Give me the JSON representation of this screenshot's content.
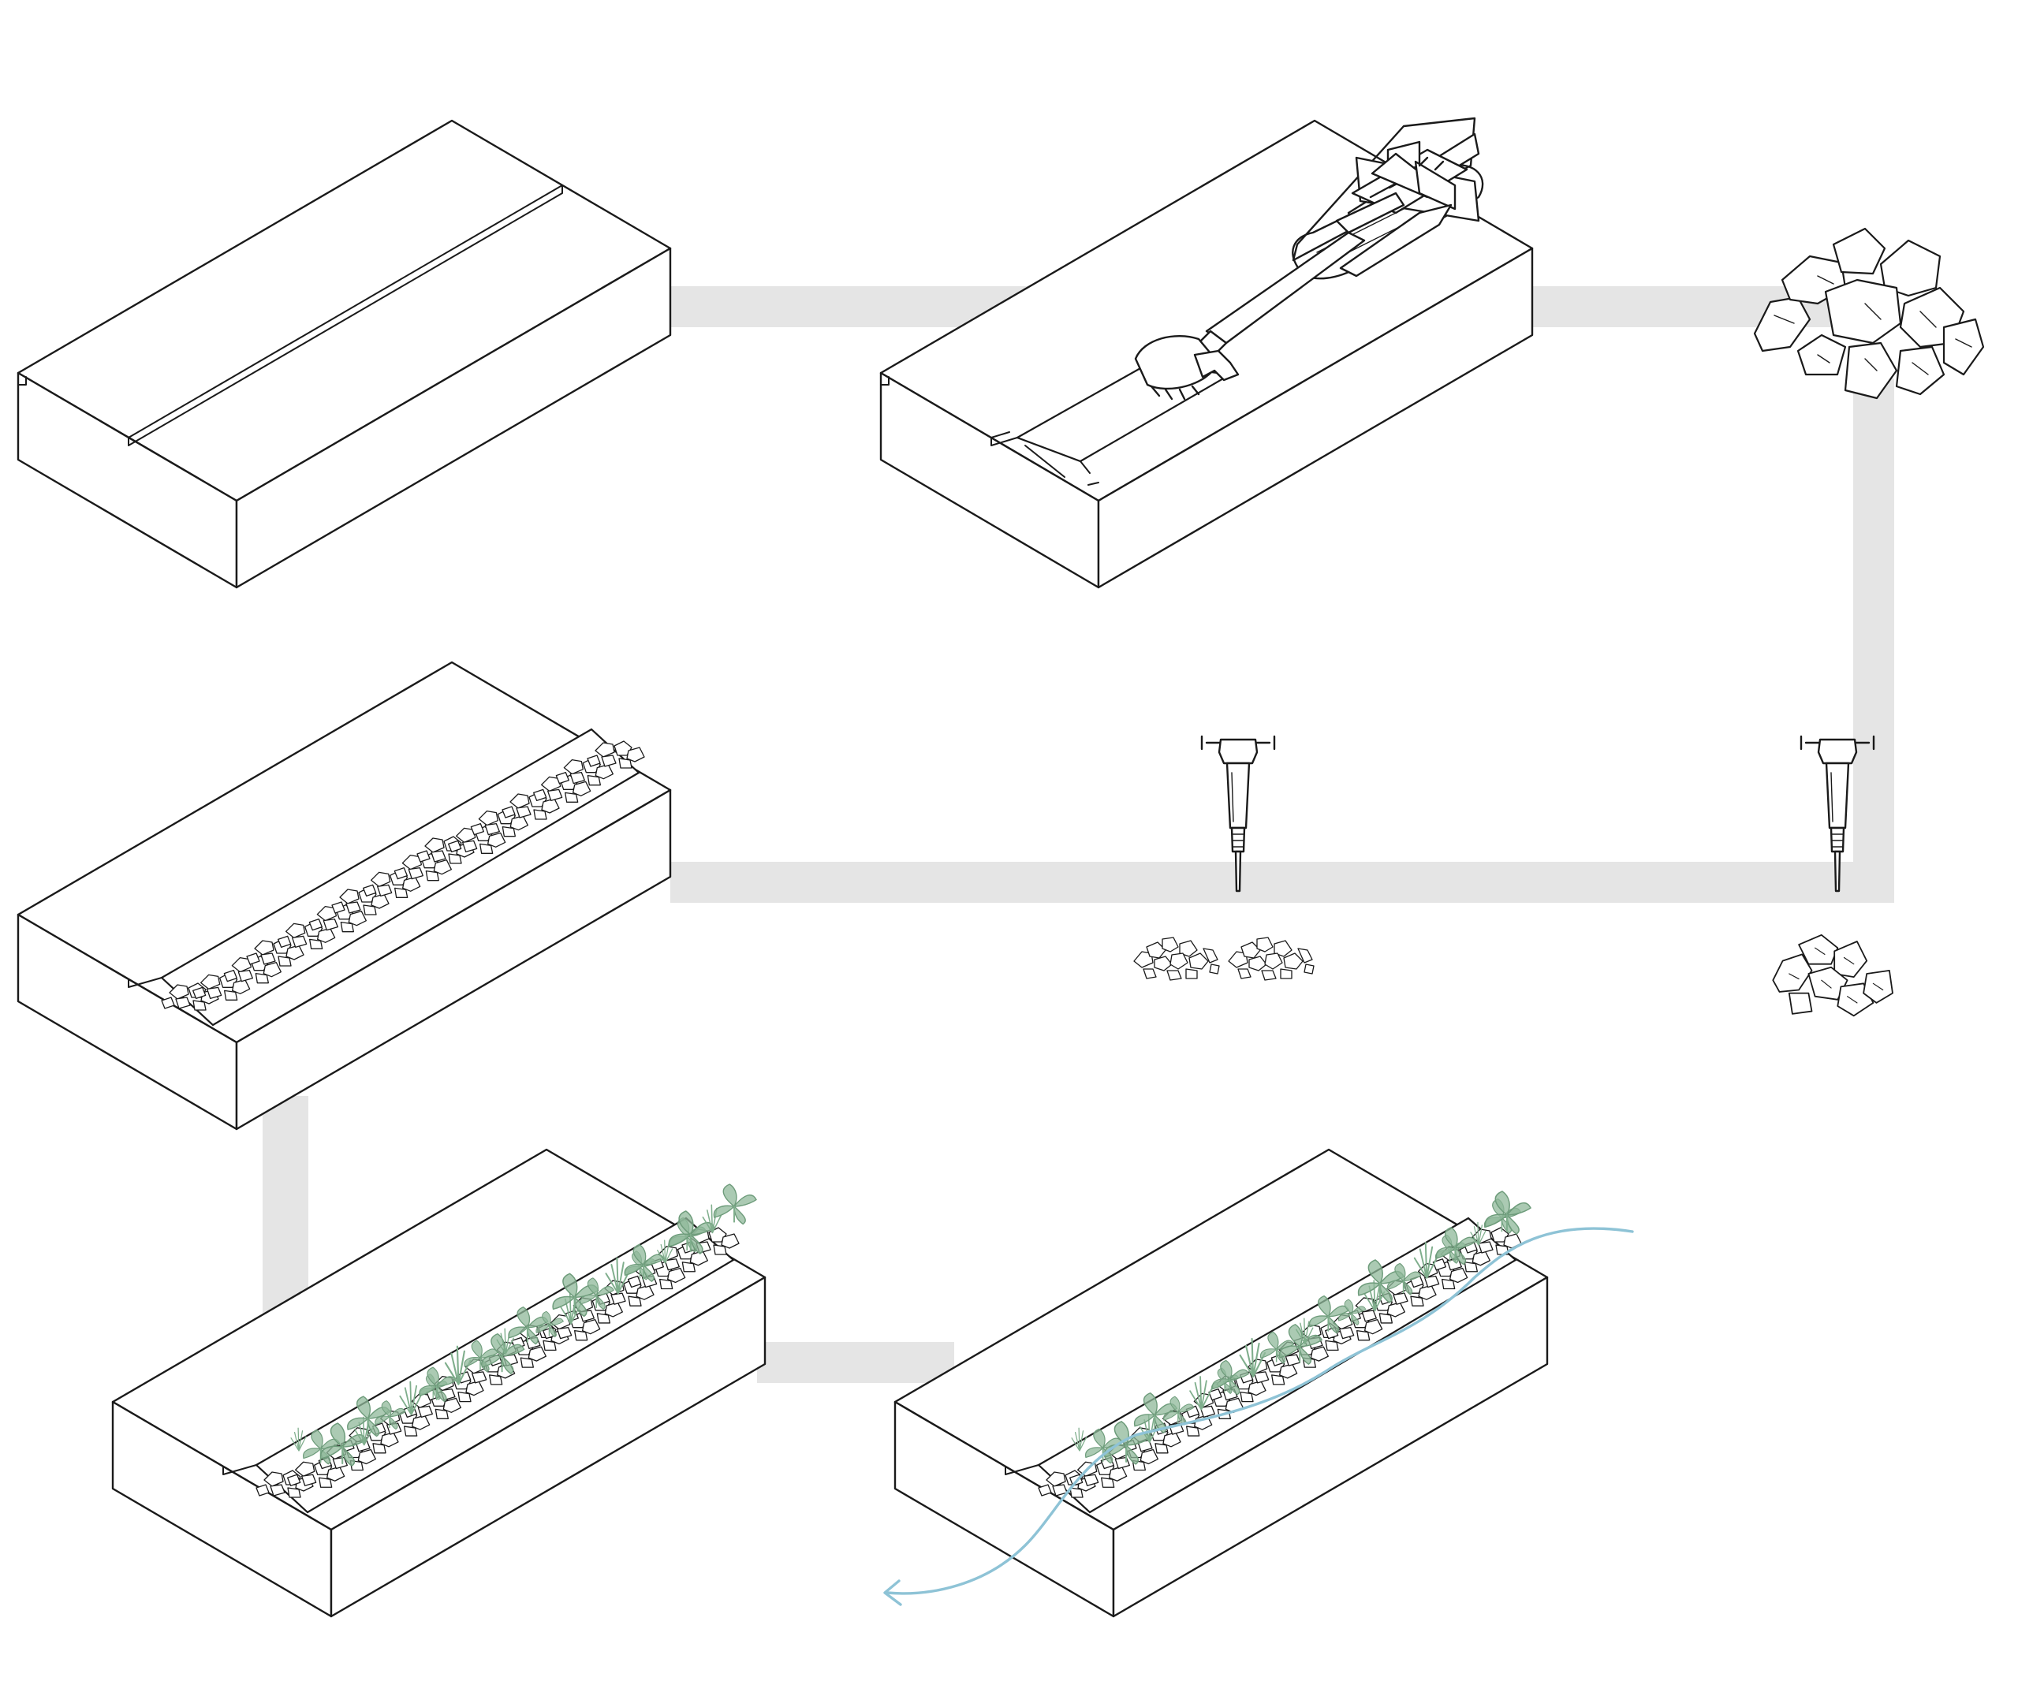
{
  "colors": {
    "connector": "#e5e5e5",
    "outline": "#1a1a1a",
    "block_fill": "#ffffff",
    "vegetation": "#8fb89a",
    "water": "#8ec3d6"
  },
  "steps": [
    {
      "id": "step-1",
      "content": "flat-ground-block"
    },
    {
      "id": "step-2",
      "content": "excavator-digging-trench",
      "icons": [
        "excavator-icon"
      ]
    },
    {
      "id": "step-3",
      "content": "excavated-rocks",
      "icons": [
        "rock-pile-icon"
      ]
    },
    {
      "id": "step-4",
      "content": "jackhammer-crushing-rocks",
      "icons": [
        "jackhammer-icon",
        "rock-pile-icon"
      ]
    },
    {
      "id": "step-5",
      "content": "jackhammer-producing-gravel",
      "icons": [
        "jackhammer-icon",
        "gravel-pile-icon"
      ]
    },
    {
      "id": "step-6",
      "content": "trench-filled-with-gravel"
    },
    {
      "id": "step-7",
      "content": "vegetation-planted-in-trench",
      "icons": [
        "plant-icon"
      ]
    },
    {
      "id": "step-8",
      "content": "water-flowing-through-vegetated-swale",
      "icons": [
        "plant-icon",
        "water-flow-arrow-icon"
      ]
    }
  ]
}
